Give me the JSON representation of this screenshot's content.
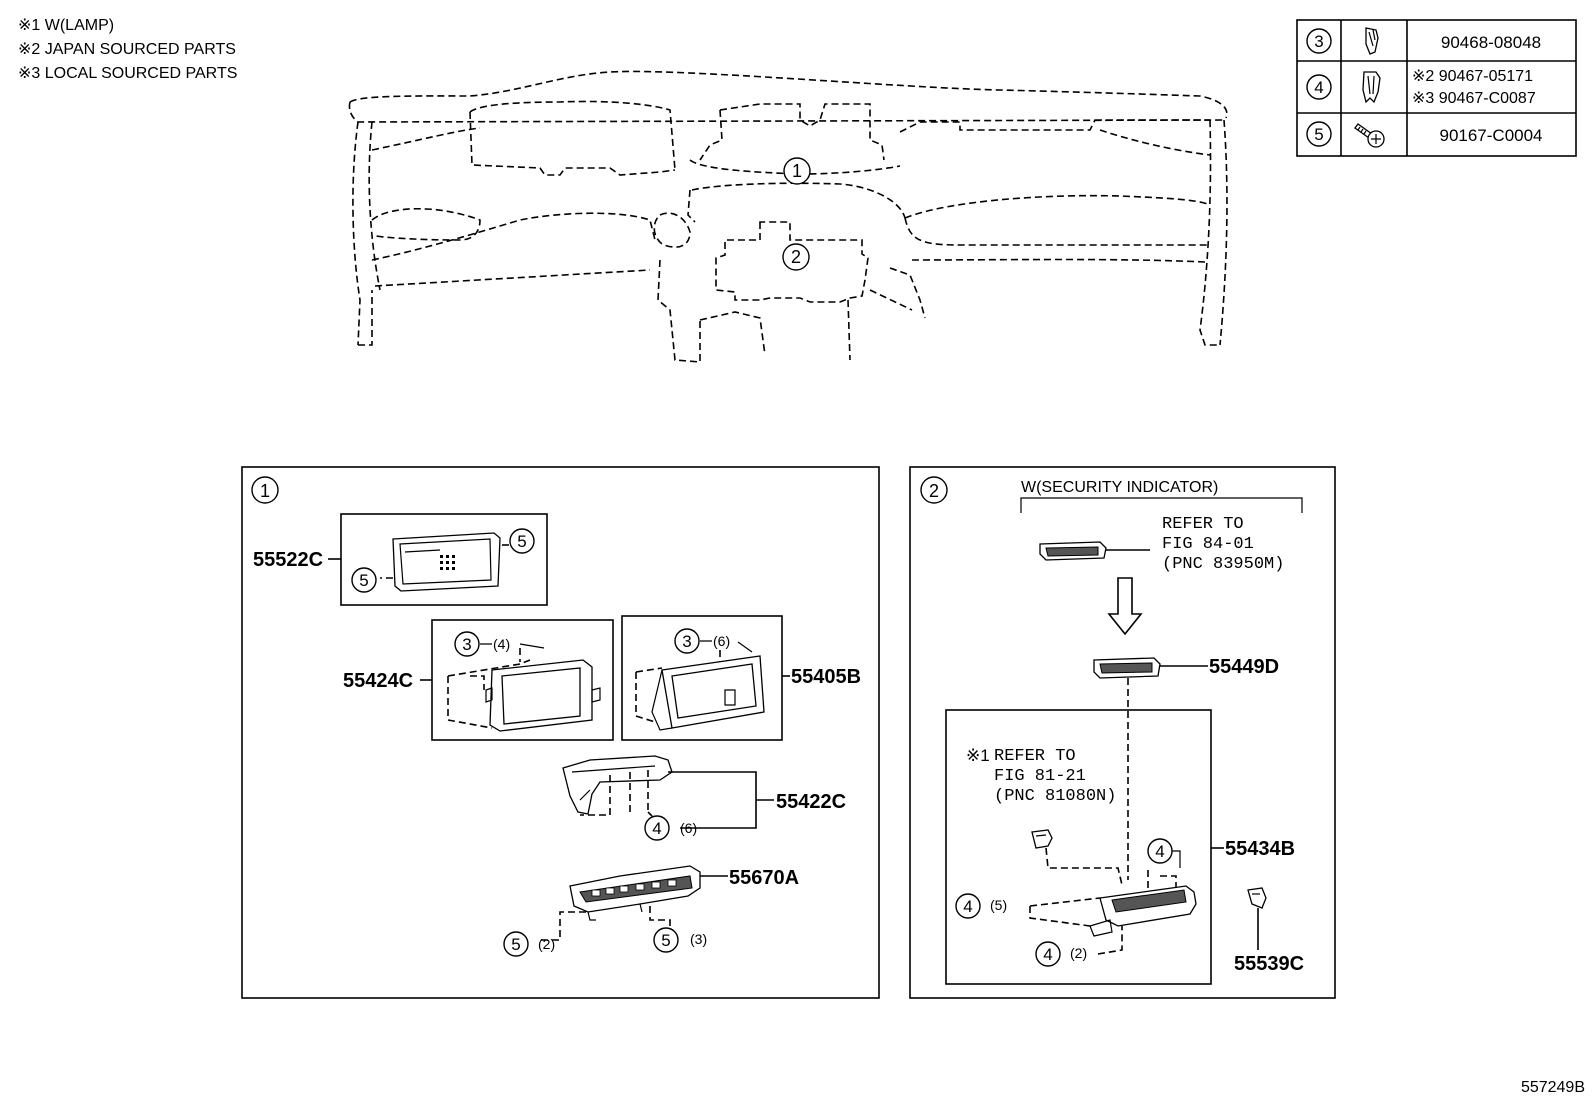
{
  "notes": [
    "※1 W(LAMP)",
    "※2 JAPAN SOURCED PARTS",
    "※3 LOCAL SOURCED PARTS"
  ],
  "fastener_table": {
    "rows": [
      {
        "ref": "3",
        "icon": "clip-icon",
        "parts": [
          "90468-08048"
        ]
      },
      {
        "ref": "4",
        "icon": "clip-icon",
        "parts": [
          "※2 90467-05171",
          "※3 90467-C0087"
        ]
      },
      {
        "ref": "5",
        "icon": "screw-icon",
        "parts": [
          "90167-C0004"
        ]
      }
    ]
  },
  "overview_callouts": [
    "1",
    "2"
  ],
  "panel1": {
    "label": "1",
    "parts": {
      "p55522C": "55522C",
      "p55424C": "55424C",
      "p55405B": "55405B",
      "p55422C": "55422C",
      "p55670A": "55670A"
    },
    "fasteners": {
      "f5a": "5",
      "f5b": "5",
      "f3a": "3",
      "f3a_qty": "(4)",
      "f3b": "3",
      "f3b_qty": "(6)",
      "f4": "4",
      "f4_qty": "(6)",
      "f5c": "5",
      "f5c_qty": "(2)",
      "f5d": "5",
      "f5d_qty": "(3)"
    }
  },
  "panel2": {
    "label": "2",
    "variant": "W(SECURITY INDICATOR)",
    "refer_a": [
      "REFER TO",
      "FIG 84-01",
      "(PNC 83950M)"
    ],
    "refer_b_mark": "※1",
    "refer_b": [
      "REFER TO",
      "FIG 81-21",
      "(PNC 81080N)"
    ],
    "parts": {
      "p55449D": "55449D",
      "p55434B": "55434B",
      "p55539C": "55539C"
    },
    "fasteners": {
      "f4a": "4",
      "f4b": "4",
      "f4b_qty": "(5)",
      "f4c": "4",
      "f4c_qty": "(2)"
    }
  },
  "figure_id": "557249B"
}
